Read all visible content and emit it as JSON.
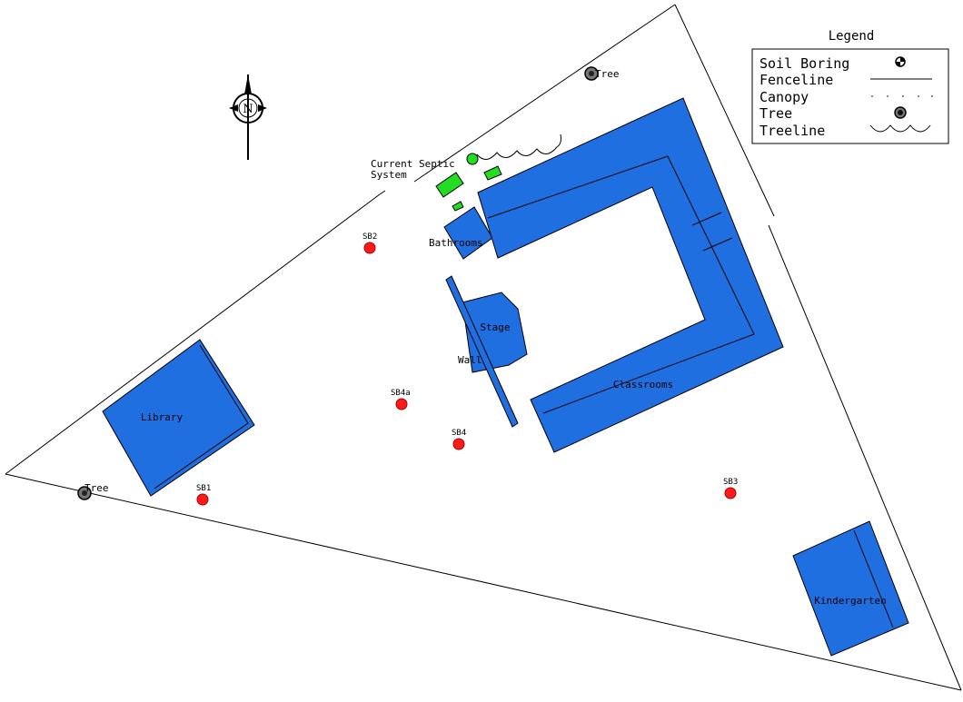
{
  "legend": {
    "title": "Legend",
    "items": [
      "Soil Boring",
      "Fenceline",
      "Canopy",
      "Tree",
      "Treeline"
    ]
  },
  "buildings": {
    "library": "Library",
    "bathrooms": "Bathrooms",
    "stage": "Stage",
    "wall": "Wall",
    "classrooms": "Classrooms",
    "kindergarten": "Kindergarten"
  },
  "septic": {
    "line1": "Current Septic",
    "line2": "System"
  },
  "trees": {
    "tree_top": "Tree",
    "tree_left": "Tree"
  },
  "borings": {
    "sb1": "SB1",
    "sb2": "SB2",
    "sb3": "SB3",
    "sb4": "SB4",
    "sb4a": "SB4a"
  },
  "north_arrow": {
    "letter": "N",
    "icon": "north-arrow-icon"
  },
  "colors": {
    "building": "#1f6fe0",
    "septic": "#22dd22",
    "boring": "#ff1a1a"
  }
}
